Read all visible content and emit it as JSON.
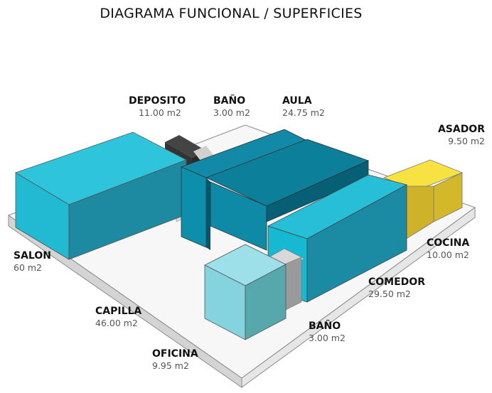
{
  "title": "DIAGRAMA FUNCIONAL / SUPERFICIES",
  "spaces": [
    {
      "name": "DEPOSITO",
      "area": "11.00 m2"
    },
    {
      "name": "BAÑO",
      "area": "3.00 m2"
    },
    {
      "name": "AULA",
      "area": "24.75 m2"
    },
    {
      "name": "ASADOR",
      "area": "9.50 m2"
    },
    {
      "name": "SALON",
      "area": "60 m2"
    },
    {
      "name": "COCINA",
      "area": "10.00 m2"
    },
    {
      "name": "COMEDOR",
      "area": "29.50 m2"
    },
    {
      "name": "CAPILLA",
      "area": "46.00 m2"
    },
    {
      "name": "BAÑO",
      "area": "3.00 m2"
    },
    {
      "name": "OFICINA",
      "area": "9.95 m2"
    }
  ],
  "colors": {
    "cyan": "#29c0d8",
    "teal": "#1b8aa3",
    "dark_teal": "#0a6f88",
    "yellow": "#f5df3b",
    "light_cyan": "#85d3de",
    "gray": "#c8c8c8",
    "black": "#333333"
  }
}
